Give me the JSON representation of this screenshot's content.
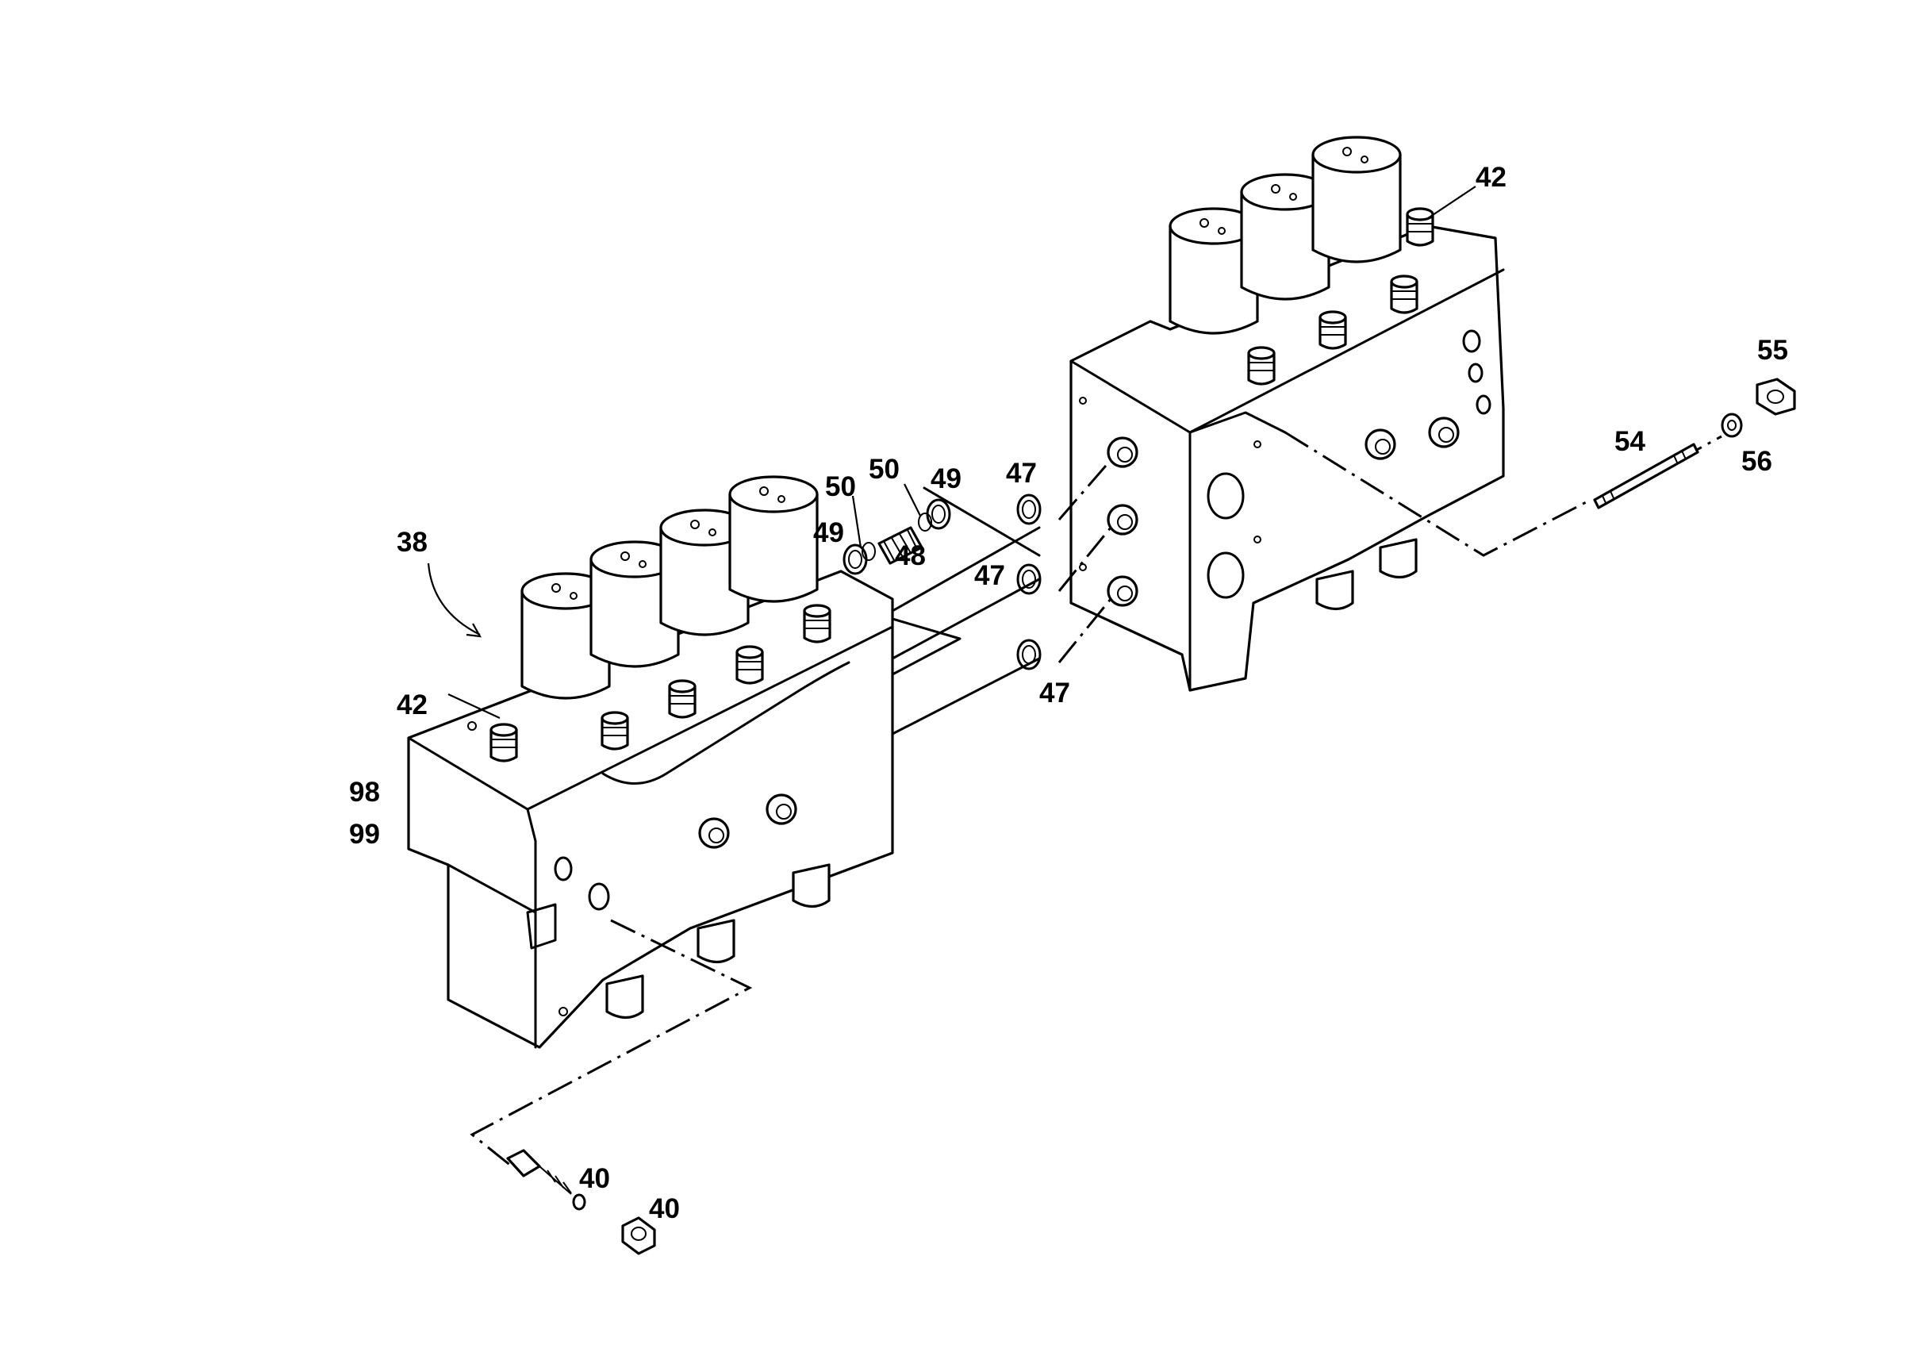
{
  "callouts": {
    "c38": "38",
    "c42_left": "42",
    "c42_right": "42",
    "c98": "98",
    "c99": "99",
    "c50_a": "50",
    "c50_b": "50",
    "c49_a": "49",
    "c49_b": "49",
    "c48": "48",
    "c47_a": "47",
    "c47_b": "47",
    "c47_c": "47",
    "c40_a": "40",
    "c40_b": "40",
    "c54": "54",
    "c55": "55",
    "c56": "56"
  },
  "colors": {
    "ink": "#000000",
    "paper": "#ffffff"
  }
}
